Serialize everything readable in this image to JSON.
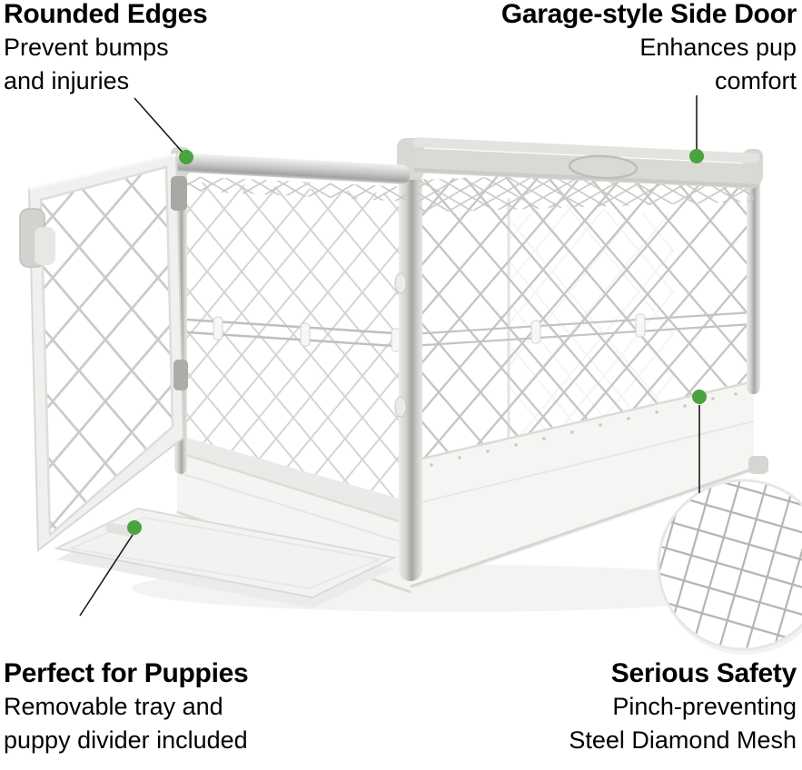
{
  "figure": {
    "name": "dog-crate-product-photo",
    "magnifier_detail": "steel-diamond-mesh-close-up"
  },
  "colors": {
    "accent_green": "#4ba33f",
    "callout_line": "#1c1c1c",
    "background": "#ffffff"
  },
  "callouts": {
    "rounded_edges": {
      "title": "Rounded Edges",
      "lines": [
        "Prevent bumps",
        "and injuries"
      ]
    },
    "side_door": {
      "title": "Garage-style Side Door",
      "lines": [
        "Enhances pup",
        "comfort"
      ]
    },
    "puppies": {
      "title": "Perfect for Puppies",
      "lines": [
        "Removable tray and",
        "puppy divider included"
      ]
    },
    "safety": {
      "title": "Serious Safety",
      "lines": [
        "Pinch-preventing",
        "Steel Diamond Mesh"
      ]
    }
  }
}
